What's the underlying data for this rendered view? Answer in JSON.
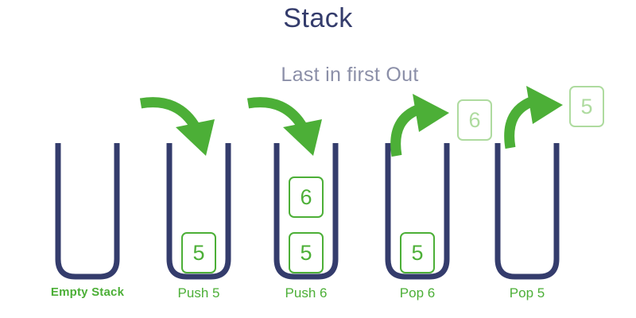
{
  "header": {
    "title": "Stack",
    "subtitle": "Last in first Out"
  },
  "colors": {
    "navy": "#343c6c",
    "green": "#4CAF37",
    "green_faded": "#aedb9f",
    "subtitle_gray": "#8b8fa8",
    "background": "#ffffff"
  },
  "icons": {
    "push_arrow": "curved-arrow-down-right-icon",
    "pop_arrow": "curved-arrow-up-right-icon",
    "container": "stack-container-icon"
  },
  "steps": [
    {
      "id": "empty-stack",
      "caption": "Empty Stack",
      "caption_style": "small",
      "cells": [],
      "arrow": null,
      "outside_cell": null
    },
    {
      "id": "push-5",
      "caption": "Push 5",
      "caption_style": "normal",
      "cells": [
        "5"
      ],
      "arrow": "push",
      "outside_cell": null
    },
    {
      "id": "push-6",
      "caption": "Push 6",
      "caption_style": "normal",
      "cells": [
        "6",
        "5"
      ],
      "arrow": "push",
      "outside_cell": null
    },
    {
      "id": "pop-6",
      "caption": "Pop 6",
      "caption_style": "normal",
      "cells": [
        "5"
      ],
      "arrow": "pop",
      "outside_cell": "6"
    },
    {
      "id": "pop-5",
      "caption": "Pop 5",
      "caption_style": "normal",
      "cells": [],
      "arrow": "pop",
      "outside_cell": "5"
    }
  ]
}
